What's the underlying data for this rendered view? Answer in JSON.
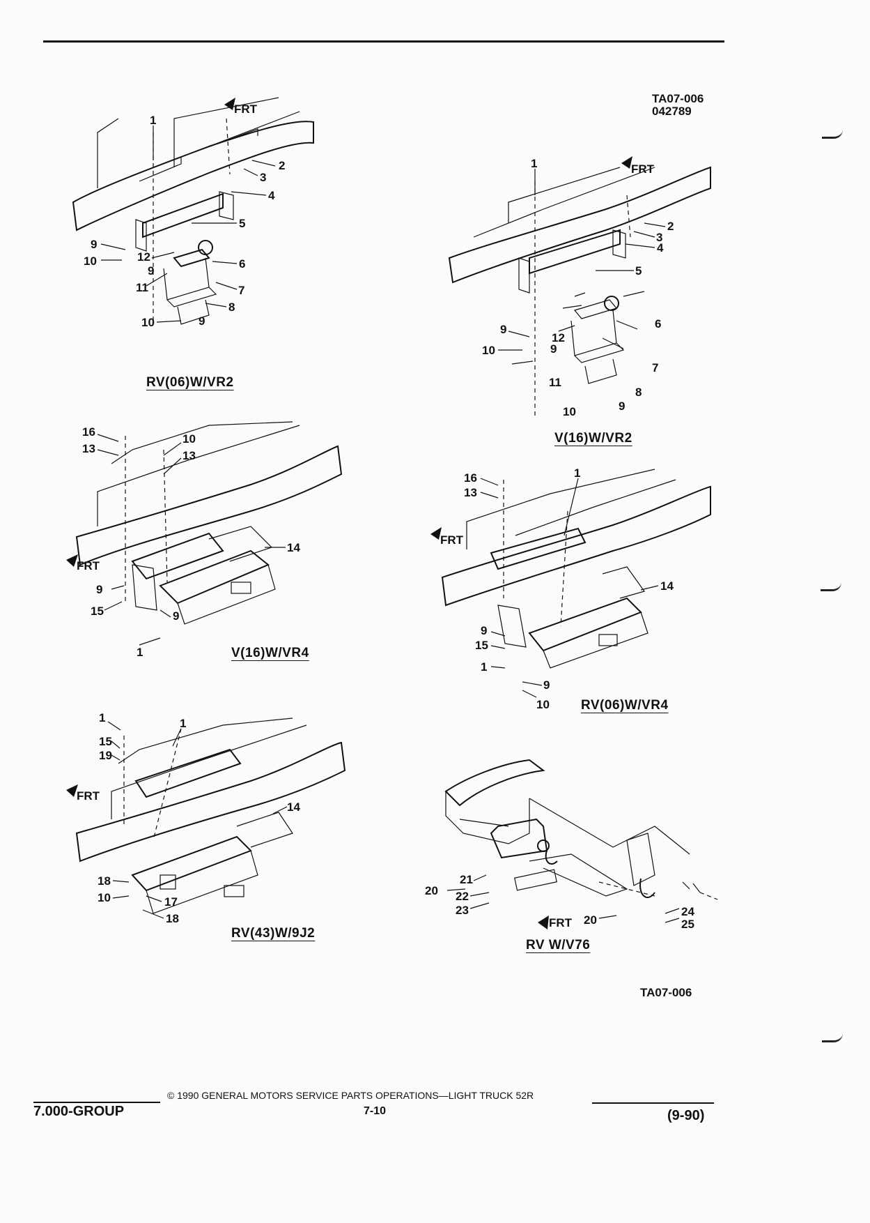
{
  "header": {
    "ref_code": "TA07-006",
    "ref_date": "042789"
  },
  "diagrams": [
    {
      "id": "rv06-vr2",
      "caption": "RV(06)W/VR2",
      "frt": "FRT",
      "callouts": [
        "1",
        "2",
        "3",
        "4",
        "5",
        "9",
        "10",
        "12",
        "9",
        "6",
        "11",
        "7",
        "8",
        "10",
        "9"
      ]
    },
    {
      "id": "v16-vr2",
      "caption": "V(16)W/VR2",
      "frt": "FRT",
      "callouts": [
        "1",
        "2",
        "3",
        "4",
        "5",
        "9",
        "12",
        "10",
        "9",
        "6",
        "7",
        "11",
        "8",
        "10",
        "9"
      ]
    },
    {
      "id": "v16-vr4",
      "caption": "V(16)W/VR4",
      "frt": "FRT",
      "callouts": [
        "16",
        "13",
        "10",
        "13",
        "14",
        "9",
        "15",
        "9",
        "1"
      ]
    },
    {
      "id": "rv06-vr4",
      "caption": "RV(06)W/VR4",
      "frt": "FRT",
      "callouts": [
        "1",
        "16",
        "13",
        "14",
        "9",
        "15",
        "1",
        "9",
        "10"
      ]
    },
    {
      "id": "rv43-9j2",
      "caption": "RV(43)W/9J2",
      "frt": "FRT",
      "callouts": [
        "1",
        "1",
        "15",
        "19",
        "14",
        "18",
        "10",
        "17",
        "18"
      ]
    },
    {
      "id": "rv-v76",
      "caption": "RV W/V76",
      "frt": "FRT",
      "callouts": [
        "20",
        "21",
        "22",
        "23",
        "20",
        "24",
        "25"
      ]
    }
  ],
  "figure_code": "TA07-006",
  "footer": {
    "group": "7.000-GROUP",
    "copyright": "© 1990  GENERAL MOTORS SERVICE PARTS OPERATIONS—LIGHT TRUCK 52R",
    "page": "7-10",
    "date": "(9-90)"
  }
}
